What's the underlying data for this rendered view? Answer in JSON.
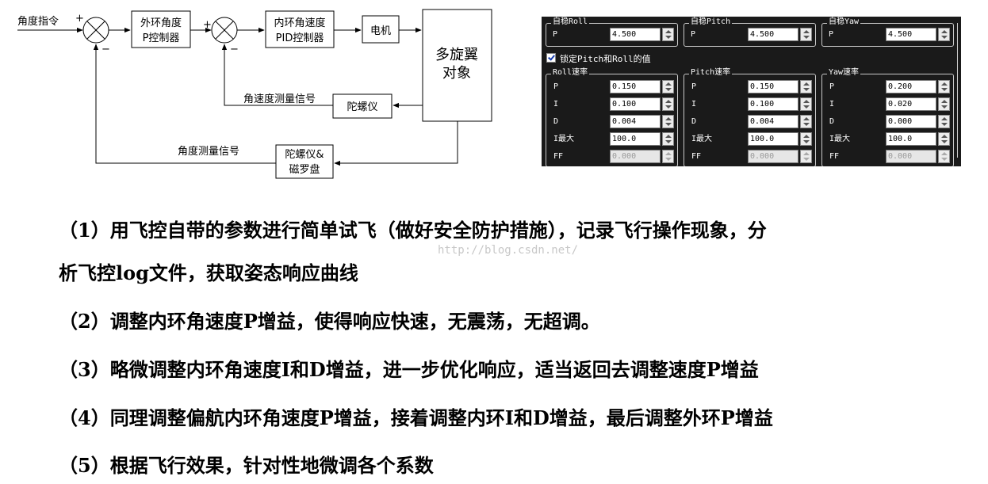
{
  "diagram": {
    "input_label": "角度指令",
    "plus_sign": "+",
    "minus_sign": "−",
    "outer_block": [
      "外环角度",
      "P控制器"
    ],
    "inner_block": [
      "内环角速度",
      "PID控制器"
    ],
    "motor_block": "电机",
    "plant_block": [
      "多旋翼",
      "对象"
    ],
    "gyro_block": "陀螺仪",
    "gyro_compass_block": [
      "陀螺仪&",
      "磁罗盘"
    ],
    "rate_signal_label": "角速度测量信号",
    "angle_signal_label": "角度测量信号"
  },
  "panel": {
    "stab_groups": [
      {
        "title": "自稳Roll",
        "label": "P",
        "value": "4.500"
      },
      {
        "title": "自稳Pitch",
        "label": "P",
        "value": "4.500"
      },
      {
        "title": "自稳Yaw",
        "label": "P",
        "value": "4.500"
      }
    ],
    "lock_label": "锁定Pitch和Roll的值",
    "rate_groups": [
      {
        "title": "Roll速率",
        "rows": [
          {
            "label": "P",
            "value": "0.150",
            "disabled": false
          },
          {
            "label": "I",
            "value": "0.100",
            "disabled": false
          },
          {
            "label": "D",
            "value": "0.004",
            "disabled": false
          },
          {
            "label": "I最大",
            "value": "100.0",
            "disabled": false
          },
          {
            "label": "FF",
            "value": "0.000",
            "disabled": true
          }
        ]
      },
      {
        "title": "Pitch速率",
        "rows": [
          {
            "label": "P",
            "value": "0.150",
            "disabled": false
          },
          {
            "label": "I",
            "value": "0.100",
            "disabled": false
          },
          {
            "label": "D",
            "value": "0.004",
            "disabled": false
          },
          {
            "label": "I最大",
            "value": "100.0",
            "disabled": false
          },
          {
            "label": "FF",
            "value": "0.000",
            "disabled": true
          }
        ]
      },
      {
        "title": "Yaw速率",
        "rows": [
          {
            "label": "P",
            "value": "0.200",
            "disabled": false
          },
          {
            "label": "I",
            "value": "0.020",
            "disabled": false
          },
          {
            "label": "D",
            "value": "0.000",
            "disabled": false
          },
          {
            "label": "I最大",
            "value": "100.0",
            "disabled": false
          },
          {
            "label": "FF",
            "value": "0.000",
            "disabled": true
          }
        ]
      }
    ]
  },
  "steps": [
    "（1）用飞控自带的参数进行简单试飞（做好安全防护措施），记录飞行操作现象，分",
    "析飞控log文件，获取姿态响应曲线",
    "（2）调整内环角速度P增益，使得响应快速，无震荡，无超调。",
    "（3）略微调整内环角速度I和D增益，进一步优化响应，适当返回去调整速度P增益",
    "（4）同理调整偏航内环角速度P增益，接着调整内环I和D增益，最后调整外环P增益",
    "（5）根据飞行效果，针对性地微调各个系数"
  ],
  "watermark": "http://blog.csdn.net/"
}
